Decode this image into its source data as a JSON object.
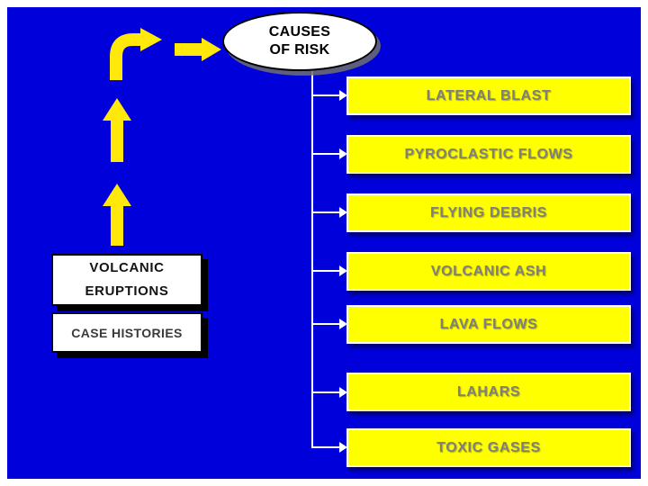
{
  "colors": {
    "background": "#0000DB",
    "box_yellow": "#FFFF00",
    "arrow_yellow": "#FFE80A",
    "box_text": "#7F7F7F"
  },
  "title_ellipse": {
    "line1": "CAUSES",
    "line2": "OF RISK"
  },
  "source": {
    "volcanic_line1": "VOLCANIC",
    "volcanic_line2": "ERUPTIONS",
    "case_histories": "CASE HISTORIES"
  },
  "risk_items": [
    "LATERAL BLAST",
    "PYROCLASTIC FLOWS",
    "FLYING DEBRIS",
    "VOLCANIC ASH",
    "LAVA FLOWS",
    "LAHARS",
    "TOXIC GASES"
  ],
  "icons": {
    "up_elbow_arrow": "up-right-elbow-arrow-icon",
    "right_arrow": "right-arrow-icon",
    "up_arrow_upper": "up-arrow-icon",
    "up_arrow_lower": "up-arrow-icon",
    "branch_connector": "right-branch-arrow-icon"
  }
}
